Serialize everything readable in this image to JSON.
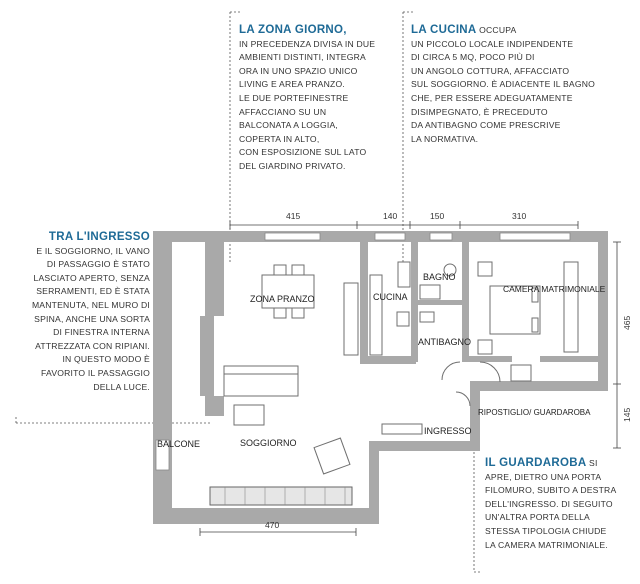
{
  "notes": {
    "zona_giorno": {
      "title": "LA ZONA GIORNO,",
      "lines": [
        "IN PRECEDENZA DIVISA IN DUE",
        "AMBIENTI DISTINTI, INTEGRA",
        "ORA IN UNO SPAZIO UNICO",
        "LIVING E AREA PRANZO.",
        "LE DUE PORTEFINESTRE",
        "AFFACCIANO SU UN",
        "BALCONATA A LOGGIA,",
        "COPERTA IN ALTO,",
        "CON ESPOSIZIONE SUL LATO",
        "DEL GIARDINO PRIVATO."
      ]
    },
    "cucina": {
      "title": "LA CUCINA",
      "title_tail": " OCCUPA",
      "lines": [
        "UN PICCOLO LOCALE INDIPENDENTE",
        "DI CIRCA 5 MQ, POCO PIÙ DI",
        "UN ANGOLO COTTURA, AFFACCIATO",
        "SUL SOGGIORNO. È ADIACENTE IL BAGNO",
        "CHE, PER ESSERE ADEGUATAMENTE",
        "DISIMPEGNATO, È PRECEDUTO",
        "DA ANTIBAGNO COME PRESCRIVE",
        "LA NORMATIVA."
      ]
    },
    "ingresso": {
      "title": "TRA L'INGRESSO",
      "lines": [
        "E IL SOGGIORNO, IL VANO",
        "DI PASSAGGIO È STATO",
        "LASCIATO APERTO, SENZA",
        "SERRAMENTI, ED È STATA",
        "MANTENUTA, NEL MURO DI",
        "SPINA, ANCHE UNA SORTA",
        "DI FINESTRA INTERNA",
        "ATTREZZATA CON RIPIANI.",
        "IN QUESTO MODO È",
        "FAVORITO IL PASSAGGIO",
        "DELLA LUCE."
      ]
    },
    "guardaroba": {
      "title": "IL GUARDAROBA",
      "title_tail": " SI",
      "lines": [
        "APRE, DIETRO UNA PORTA",
        "FILOMURO, SUBITO A DESTRA",
        "DELL'INGRESSO. DI SEGUITO",
        "UN'ALTRA PORTA DELLA",
        "STESSA TIPOLOGIA CHIUDE",
        "LA CAMERA MATRIMONIALE."
      ]
    }
  },
  "rooms": {
    "zona_pranzo": "ZONA PRANZO",
    "cucina": "CUCINA",
    "bagno": "BAGNO",
    "camera": "CAMERA MATRIMONIALE",
    "antibagno": "ANTIBAGNO",
    "ripostiglio": "RIPOSTIGLIO/ GUARDAROBA",
    "ingresso": "INGRESSO",
    "balcone": "BALCONE",
    "soggiorno": "SOGGIORNO"
  },
  "dimensions": {
    "d415": "415",
    "d140": "140",
    "d150": "150",
    "d310": "310",
    "d465": "465",
    "d145": "145",
    "d470": "470"
  },
  "colors": {
    "title_blue": "#1e6a96",
    "wall": "#a9a9a9",
    "furniture": "#7a7a7a"
  }
}
